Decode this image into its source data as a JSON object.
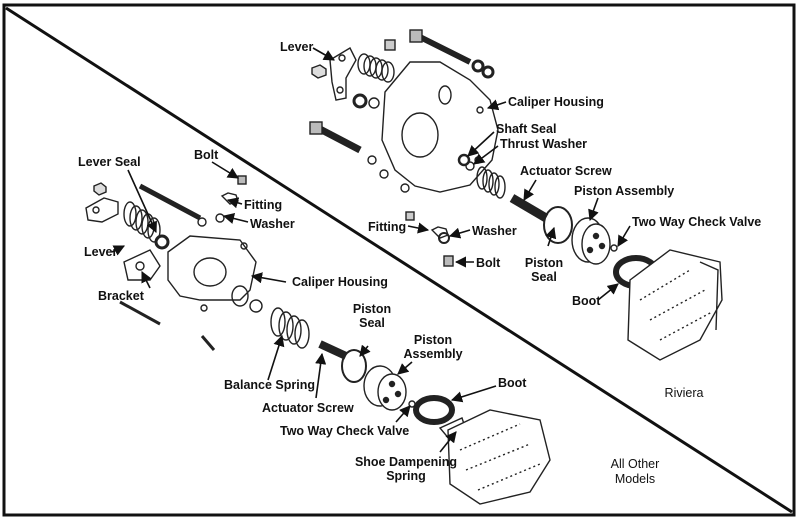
{
  "labels": {
    "r_lever": "Lever",
    "r_caliper_housing": "Caliper Housing",
    "r_shaft_seal": "Shaft Seal",
    "r_thrust_washer": "Thrust Washer",
    "r_actuator_screw": "Actuator Screw",
    "r_piston_assembly": "Piston Assembly",
    "r_two_way_check_valve": "Two Way Check Valve",
    "r_fitting": "Fitting",
    "r_washer": "Washer",
    "r_bolt": "Bolt",
    "r_piston_seal": "Piston Seal",
    "r_boot": "Boot",
    "l_lever_seal": "Lever Seal",
    "l_bolt": "Bolt",
    "l_fitting": "Fitting",
    "l_washer": "Washer",
    "l_lever": "Lever",
    "l_bracket": "Bracket",
    "l_caliper_housing": "Caliper Housing",
    "l_piston_seal": "Piston Seal",
    "l_piston_assembly": "Piston Assembly",
    "l_balance_spring": "Balance Spring",
    "l_actuator_screw": "Actuator Screw",
    "l_boot": "Boot",
    "l_two_way_check_valve": "Two Way Check Valve",
    "l_shoe_dampening_spring": "Shoe Dampening Spring"
  },
  "captions": {
    "riviera": "Riviera",
    "all_other_models": "All Other Models"
  }
}
